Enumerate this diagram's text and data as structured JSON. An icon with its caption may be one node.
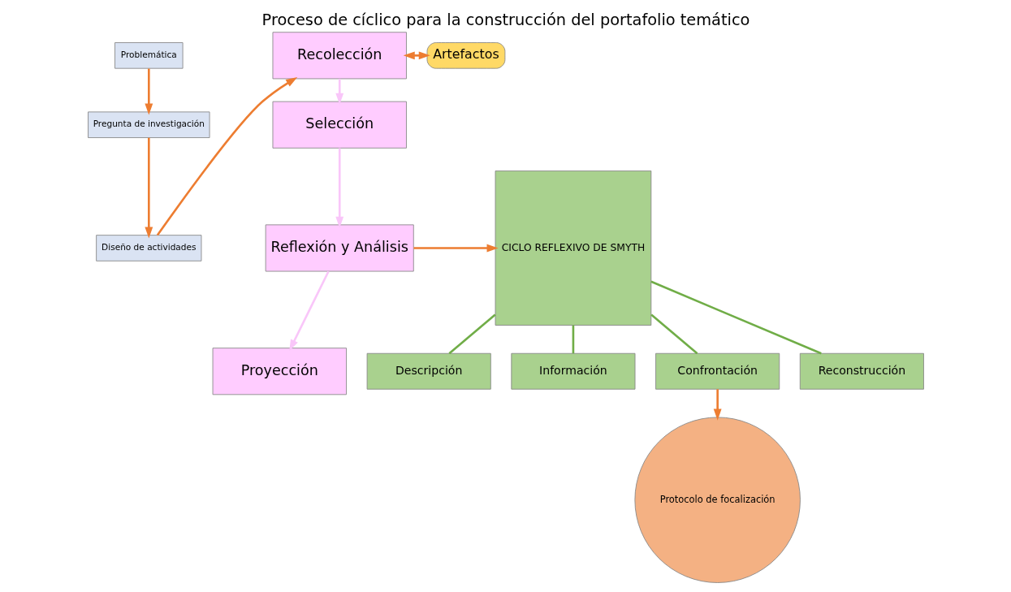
{
  "diagram": {
    "title": "Proceso de cíclico para la construcción del portafolio temático",
    "nodes": [
      {
        "text": [
          "Problemática"
        ]
      },
      {
        "text": [
          "Pregunta de investigación"
        ]
      },
      {
        "text": [
          "Diseño de actividades"
        ]
      },
      {
        "text": [
          "Recolección"
        ]
      },
      {
        "text": [
          "Selección"
        ]
      },
      {
        "text": [
          "Reflexión y Análisis"
        ]
      },
      {
        "text": [
          "Proyección"
        ]
      },
      {
        "text": [
          "Artefactos"
        ]
      },
      {
        "text": [
          "CICLO REFLEXIVO DE SMYTH"
        ]
      },
      {
        "text": [
          "Descripción"
        ]
      },
      {
        "text": [
          "Información"
        ]
      },
      {
        "text": [
          "Confrontación"
        ]
      },
      {
        "text": [
          "Reconstrucción"
        ]
      },
      {
        "text": [
          "Protocolo de focalización"
        ]
      }
    ],
    "edges": [
      {
        "from": 0,
        "to": 1,
        "arrow": "to"
      },
      {
        "from": 1,
        "to": 2,
        "arrow": "to"
      },
      {
        "from": 2,
        "to": 3,
        "arrow": "to"
      },
      {
        "from": 3,
        "to": 4,
        "arrow": "to",
        "color": "#f9c6f9"
      },
      {
        "from": 4,
        "to": 5,
        "arrow": "to",
        "color": "#f9c6f9"
      },
      {
        "from": 5,
        "to": 6,
        "arrow": "to",
        "color": "#f9c6f9"
      },
      {
        "from": 3,
        "to": 7,
        "arrow": "both"
      },
      {
        "from": 5,
        "to": 8,
        "arrow": "to"
      },
      {
        "from": 8,
        "to": 9,
        "arrow": "none",
        "color": "#70ad47"
      },
      {
        "from": 8,
        "to": 10,
        "arrow": "none",
        "color": "#70ad47"
      },
      {
        "from": 8,
        "to": 11,
        "arrow": "none",
        "color": "#70ad47"
      },
      {
        "from": 8,
        "to": 12,
        "arrow": "none",
        "color": "#70ad47"
      },
      {
        "from": 11,
        "to": 13,
        "arrow": "to"
      }
    ]
  }
}
